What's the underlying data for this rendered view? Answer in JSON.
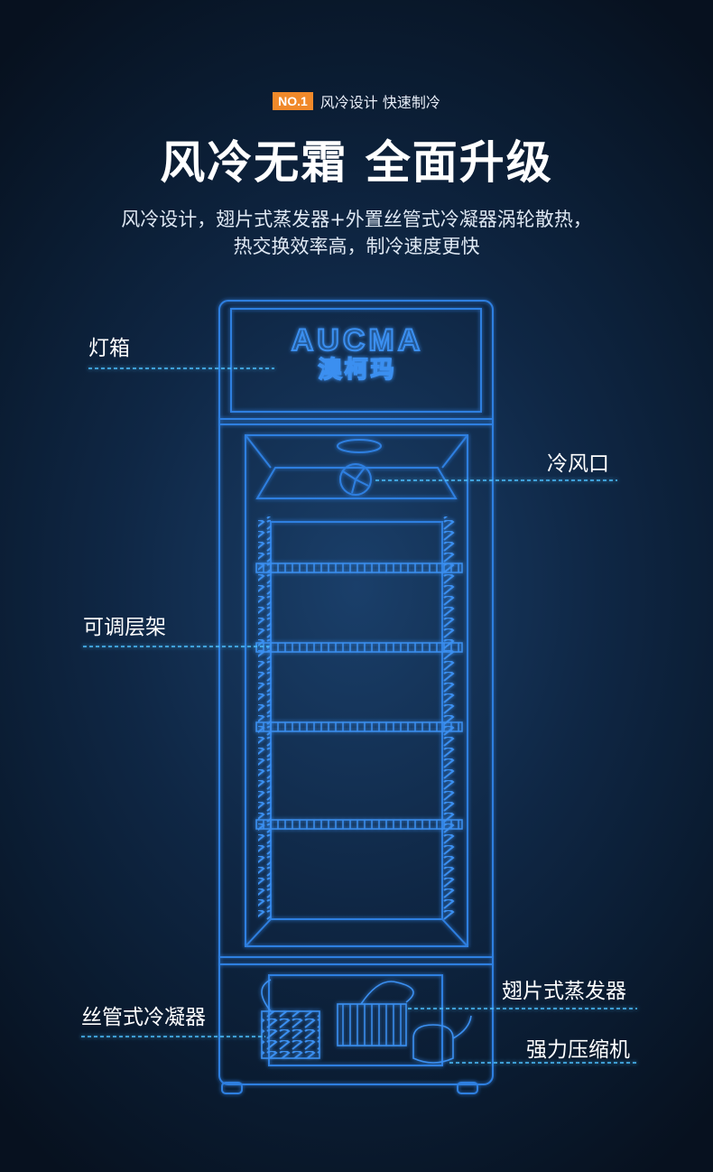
{
  "badge": "NO.1",
  "subheading": "风冷设计 快速制冷",
  "title": "风冷无霜 全面升级",
  "description": [
    "风冷设计，翅片式蒸发器+外置丝管式冷凝器涡轮散热，",
    "热交换效率高，制冷速度更快"
  ],
  "brand": {
    "name": "AUCMA",
    "chinese": "澳柯玛"
  },
  "labels": {
    "light_box": "灯箱",
    "cold_air_outlet": "冷风口",
    "adjustable_shelf": "可调层架",
    "fin_evaporator": "翅片式蒸发器",
    "wire_condenser": "丝管式冷凝器",
    "compressor": "强力压缩机"
  },
  "colors": {
    "background": "#0f2745",
    "line": "#2f7fe0",
    "glow": "#4cc0ff",
    "badge": "#f0892a"
  }
}
